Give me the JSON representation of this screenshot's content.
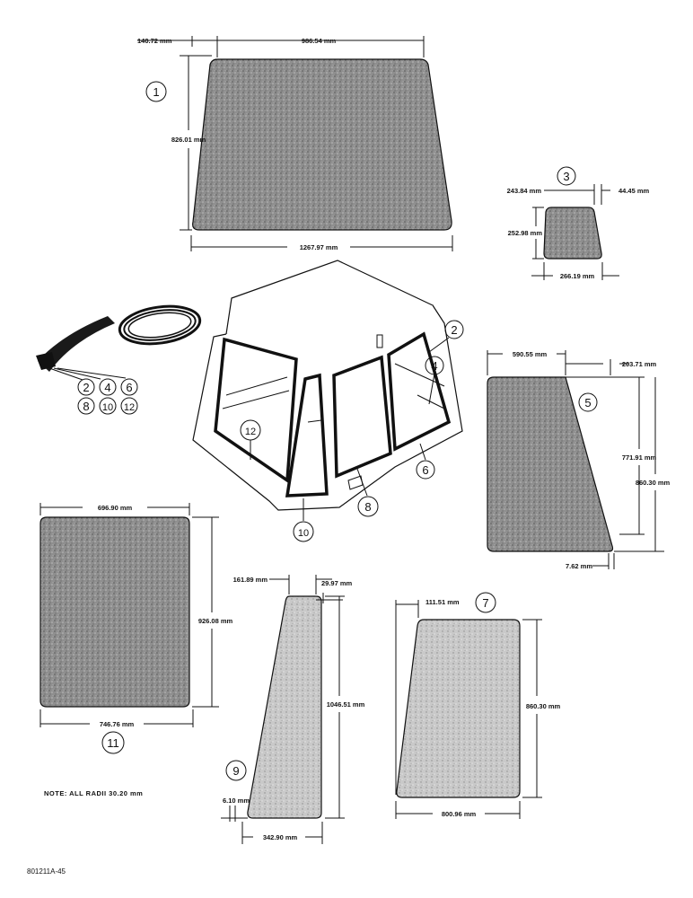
{
  "panels": {
    "p1": {
      "callout": "1",
      "top": "986.54 mm",
      "top_offset": "140.72 mm",
      "height": "826.01 mm",
      "bottom": "1267.97 mm"
    },
    "p3": {
      "callout": "3",
      "top": "243.84 mm",
      "top_offset": "44.45 mm",
      "height": "252.98 mm",
      "bottom": "266.19 mm"
    },
    "p5": {
      "callout": "5",
      "top": "590.55 mm",
      "top_offset": "203.71 mm",
      "height_inner": "771.91 mm",
      "height": "860.30 mm",
      "bottom_offset": "7.62 mm"
    },
    "p11": {
      "callout": "11",
      "top": "696.90 mm",
      "height": "926.08 mm",
      "bottom": "746.76 mm"
    },
    "p9": {
      "callout": "9",
      "top": "161.89 mm",
      "top_offset": "29.97 mm",
      "height": "1046.51 mm",
      "bottom_offset": "6.10 mm",
      "bottom": "342.90 mm"
    },
    "p7": {
      "callout": "7",
      "top": "111.51 mm",
      "height": "860.30 mm",
      "bottom": "800.96 mm"
    }
  },
  "seal_callouts": [
    "2",
    "4",
    "6",
    "8",
    "10",
    "12"
  ],
  "cab_callouts": [
    "2",
    "4",
    "6",
    "8",
    "10",
    "12"
  ],
  "note": "NOTE: ALL RADII 30.20 mm",
  "figure_id": "801211A-45"
}
